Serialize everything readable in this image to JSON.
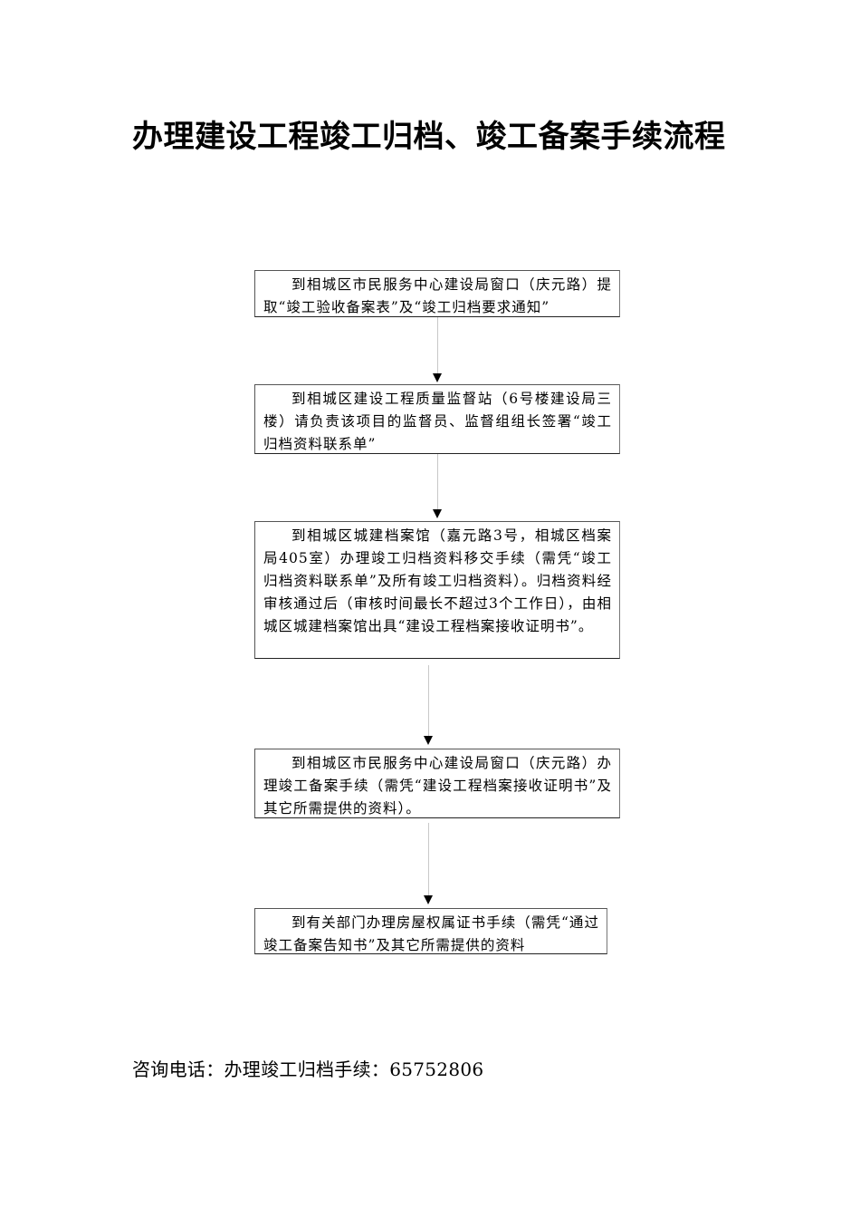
{
  "document": {
    "title": "办理建设工程竣工归档、竣工备案手续流程",
    "flow_steps": [
      {
        "text": "到相城区市民服务中心建设局窗口（庆元路）提取“竣工验收备案表”及“竣工归档要求通知”"
      },
      {
        "text": "到相城区建设工程质量监督站（6号楼建设局三楼）请负责该项目的监督员、监督组组长签署“竣工归档资料联系单”"
      },
      {
        "text": "到相城区城建档案馆（嘉元路3号，相城区档案局405室）办理竣工归档资料移交手续（需凭“竣工归档资料联系单”及所有竣工归档资料）。归档资料经审核通过后（审核时间最长不超过3个工作日），由相城区城建档案馆出具“建设工程档案接收证明书”。"
      },
      {
        "text": "到相城区市民服务中心建设局窗口（庆元路）办理竣工备案手续（需凭“建设工程档案接收证明书”及其它所需提供的资料）。"
      },
      {
        "text": "到有关部门办理房屋权属证书手续（需凭“通过竣工备案告知书”及其它所需提供的资料"
      }
    ],
    "footer": {
      "label": "咨询电话：办理竣工归档手续：",
      "phone": "65752806"
    }
  }
}
